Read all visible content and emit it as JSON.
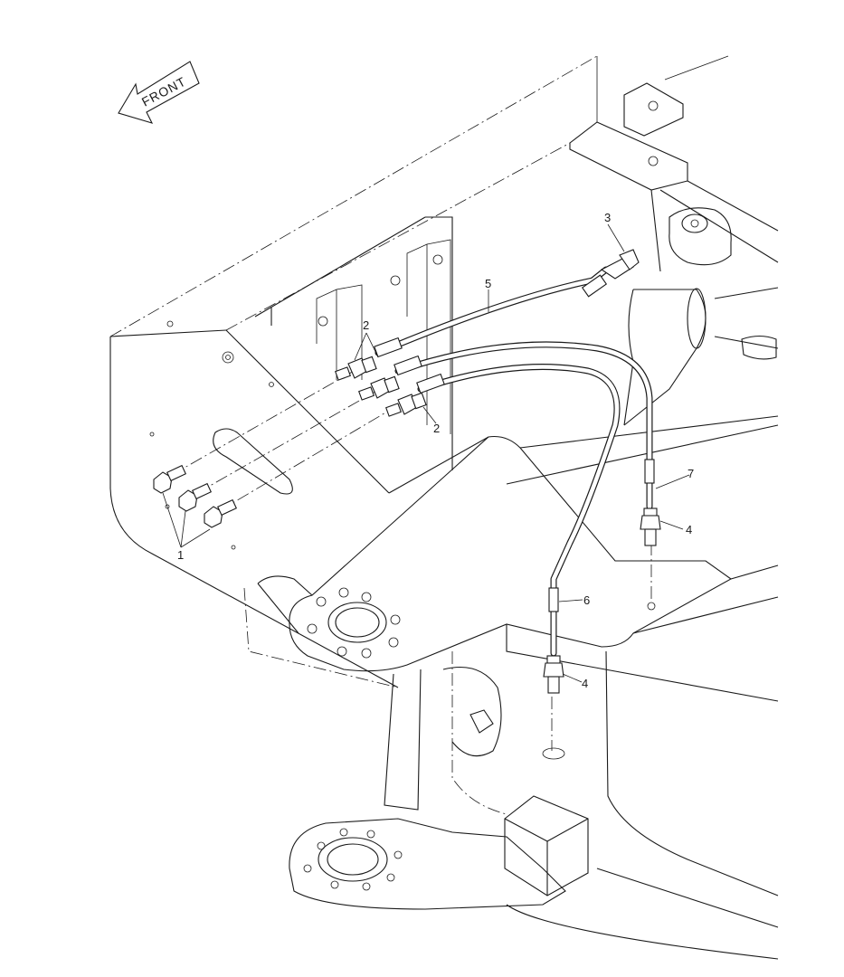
{
  "front_label": "FRONT",
  "callouts": {
    "c1": "1",
    "c2a": "2",
    "c2b": "2",
    "c3": "3",
    "c4a": "4",
    "c4b": "4",
    "c5": "5",
    "c6": "6",
    "c7": "7"
  }
}
